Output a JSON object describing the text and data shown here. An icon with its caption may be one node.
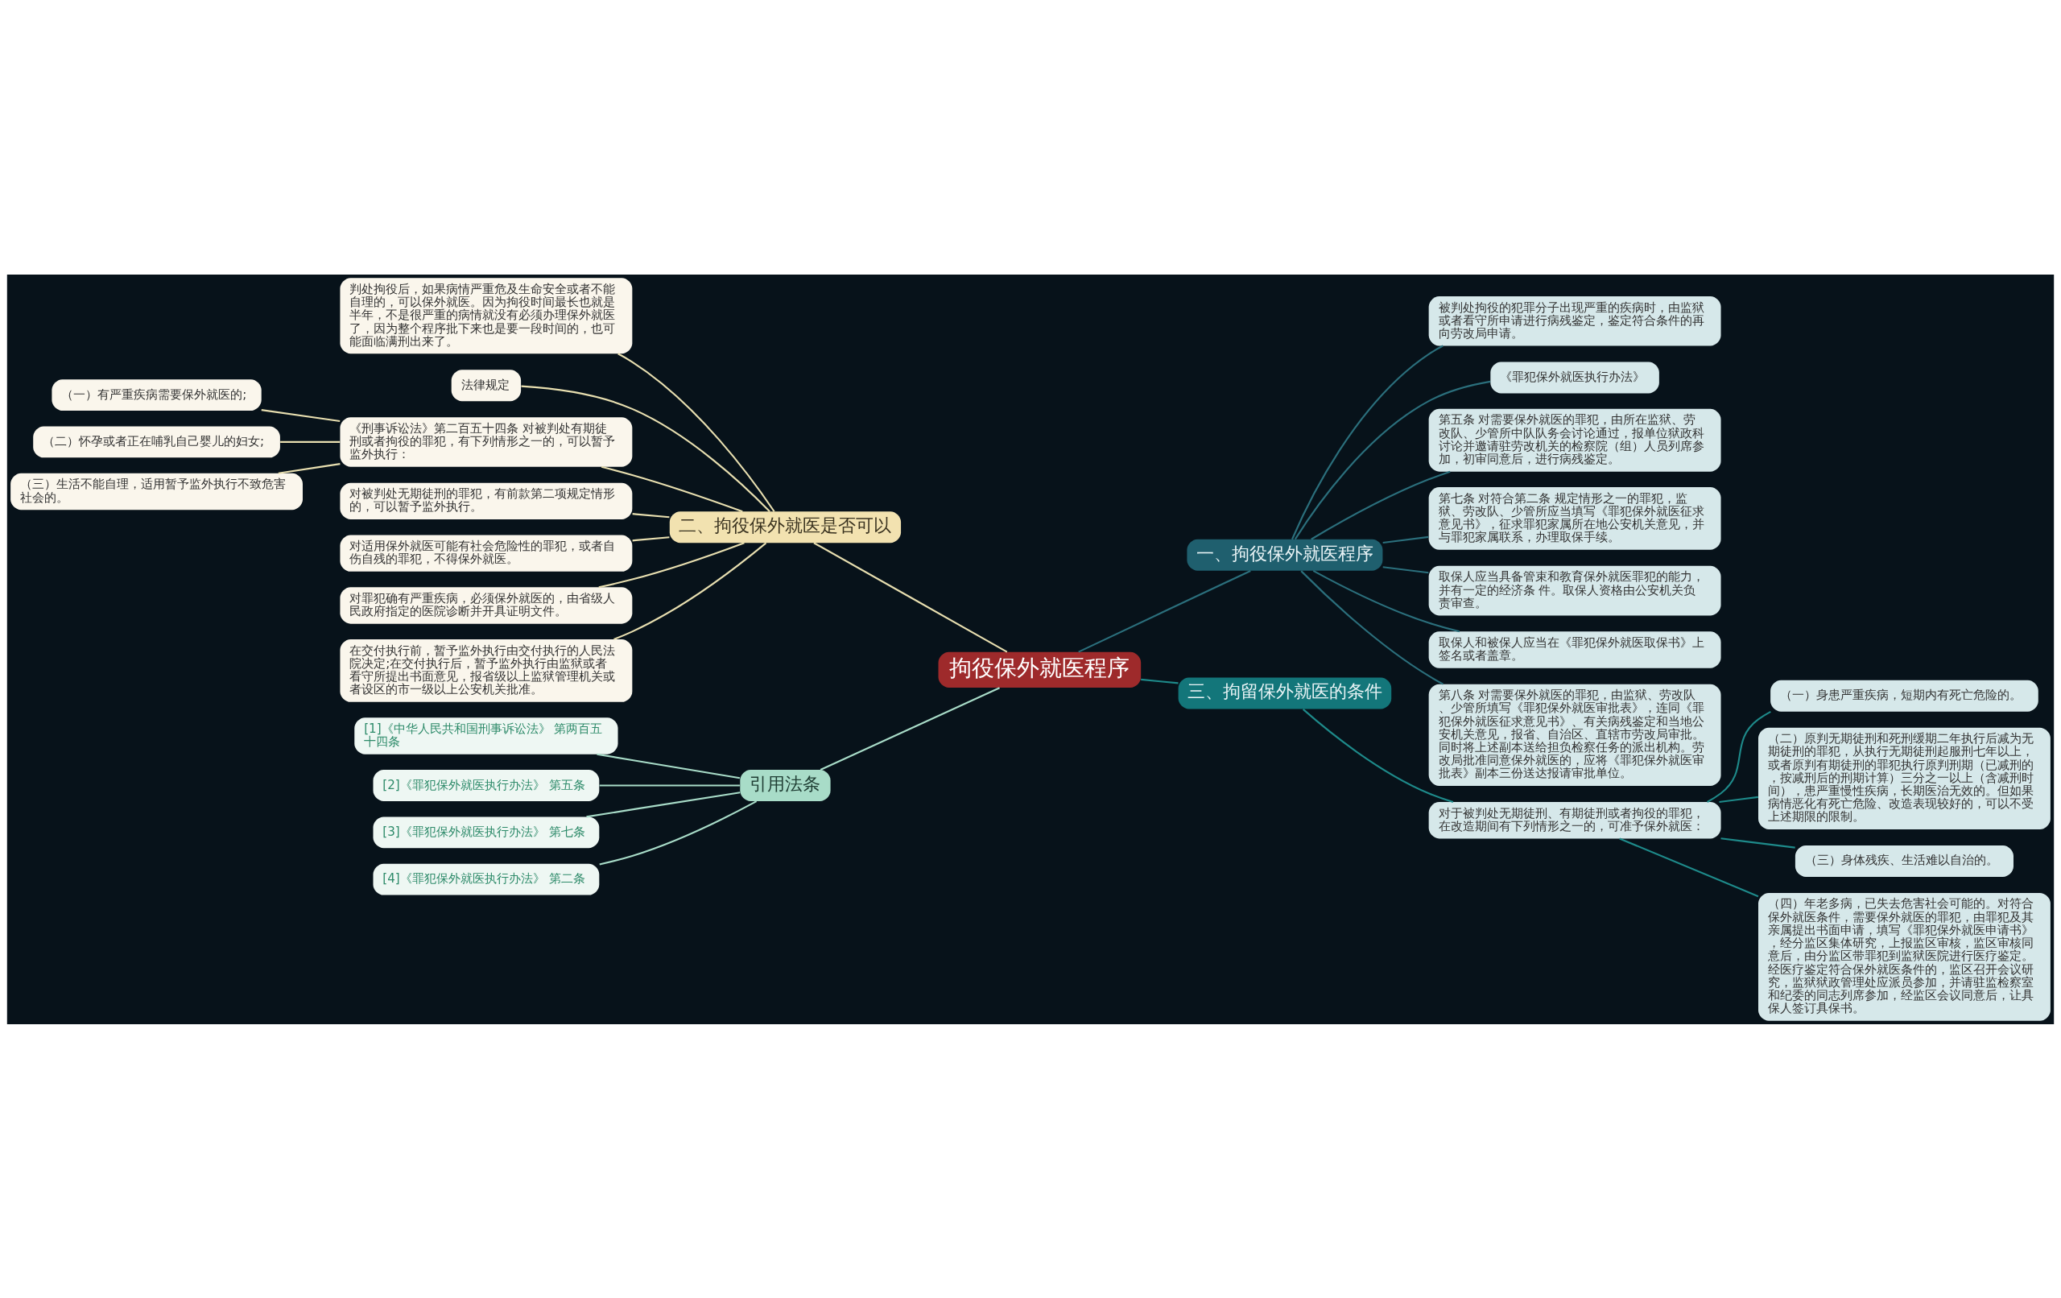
{
  "diagram": {
    "nodes": [
      {
        "text": [
          "拘役保外就医程序"
        ]
      },
      {
        "text": [
          "一、拘役保外就医程序"
        ]
      },
      {
        "text": [
          "被判处拘役的犯罪分子出现严重的疾病时，由监狱或者看守所申请进行病残鉴定，鉴定符合条件的再向劳改局申请。"
        ]
      },
      {
        "text": [
          "《罪犯保外就医执行办法》"
        ]
      },
      {
        "text": [
          "第五条 对需要保外就医的罪犯，由所在监狱、劳改队、少管所中队队务会讨论通过，报单位狱政科讨论并邀请驻劳改机关的检察院（组）人员列席参加，初审同意后，进行病残鉴定。"
        ]
      },
      {
        "text": [
          "第七条 对符合第二条 规定情形之一的罪犯，监狱、劳改队、少管所应当填写《罪犯保外就医征求意见书》，征求罪犯家属所在地公安机关意见，并与罪犯家属联系，办理取保手续。"
        ]
      },
      {
        "text": [
          "取保人应当具备管束和教育保外就医罪犯的能力，并有一定的经济条 件。取保人资格由公安机关负责审查。"
        ]
      },
      {
        "text": [
          "取保人和被保人应当在《罪犯保外就医取保书》上签名或者盖章。"
        ]
      },
      {
        "text": [
          "第八条 对需要保外就医的罪犯，由监狱、劳改队、少管所填写《罪犯保外就医审批表》，连同《罪犯保外就医征求意见书》、有关病残鉴定和当地公安机关意见，报省、自治区、直辖市劳改局审批。同时将上述副本送给担负检察任务的派出机构。劳改局批准同意保外就医的，应将《罪犯保外就医审批表》副本三份送达报请审批单位。"
        ]
      },
      {
        "text": [
          "三、拘留保外就医的条件"
        ]
      },
      {
        "text": [
          "对于被判处无期徒刑、有期徒刑或者拘役的罪犯，在改造期间有下列情形之一的，可准予保外就医："
        ]
      },
      {
        "text": [
          "（一）身患严重疾病，短期内有死亡危险的。"
        ]
      },
      {
        "text": [
          "（二）原判无期徒刑和死刑缓期二年执行后减为无期徒刑的罪犯，从执行无期徒刑起服刑七年以上，或者原判有期徒刑的罪犯执行原判刑期（已减刑的，按减刑后的刑期计算）三分之一以上（含减刑时间），患严重慢性疾病，长期医治无效的。但如果病情恶化有死亡危险、改造表现较好的，可以不受上述期限的限制。"
        ]
      },
      {
        "text": [
          "（三）身体残疾、生活难以自治的。"
        ]
      },
      {
        "text": [
          "（四）年老多病，已失去危害社会可能的。对符合保外就医条件，需要保外就医的罪犯，由罪犯及其亲属提出书面申请，填写《罪犯保外就医申请书》，经分监区集体研究，上报监区审核，监区审核同意后，由分监区带罪犯到监狱医院进行医疗鉴定。经医疗鉴定符合保外就医条件的，监区召开会议研究，监狱狱政管理处应派员参加，并请驻监检察室和纪委的同志列席参加，经监区会议同意后，让具保人签订具保书。"
        ]
      },
      {
        "text": [
          "二、拘役保外就医是否可以"
        ]
      },
      {
        "text": [
          "判处拘役后，如果病情严重危及生命安全或者不能自理的，可以保外就医。因为拘役时间最长也就是半年，不是很严重的病情就没有必须办理保外就医了，因为整个程序批下来也是要一段时间的，也可能面临满刑出来了。"
        ]
      },
      {
        "text": [
          "法律规定"
        ]
      },
      {
        "text": [
          "《刑事诉讼法》第二百五十四条 对被判处有期徒刑或者拘役的罪犯，有下列情形之一的，可以暂予监外执行："
        ]
      },
      {
        "text": [
          "（一）有严重疾病需要保外就医的;"
        ]
      },
      {
        "text": [
          "（二）怀孕或者正在哺乳自己婴儿的妇女;"
        ]
      },
      {
        "text": [
          "（三）生活不能自理，适用暂予监外执行不致危害社会的。"
        ]
      },
      {
        "text": [
          "对被判处无期徒刑的罪犯，有前款第二项规定情形的，可以暂予监外执行。"
        ]
      },
      {
        "text": [
          "对适用保外就医可能有社会危险性的罪犯，或者自伤自残的罪犯，不得保外就医。"
        ]
      },
      {
        "text": [
          "对罪犯确有严重疾病，必须保外就医的，由省级人民政府指定的医院诊断并开具证明文件。"
        ]
      },
      {
        "text": [
          "在交付执行前，暂予监外执行由交付执行的人民法院决定;在交付执行后，暂予监外执行由监狱或者看守所提出书面意见，报省级以上监狱管理机关或者设区的市一级以上公安机关批准。"
        ]
      },
      {
        "text": [
          "引用法条"
        ]
      },
      {
        "text": [
          "[1]《中华人民共和国刑事诉讼法》 第两百五十四条"
        ]
      },
      {
        "text": [
          "[2]《罪犯保外就医执行办法》 第五条"
        ]
      },
      {
        "text": [
          "[3]《罪犯保外就医执行办法》 第七条"
        ]
      },
      {
        "text": [
          "[4]《罪犯保外就医执行办法》 第二条"
        ]
      }
    ],
    "edges": [
      {
        "from": 0,
        "to": 1,
        "arrow": "none",
        "color": "#2b6f7c"
      },
      {
        "from": 1,
        "to": 2,
        "arrow": "none",
        "color": "#2b6f7c"
      },
      {
        "from": 1,
        "to": 3,
        "arrow": "none",
        "color": "#2b6f7c"
      },
      {
        "from": 1,
        "to": 4,
        "arrow": "none",
        "color": "#2b6f7c"
      },
      {
        "from": 1,
        "to": 5,
        "arrow": "none",
        "color": "#2b6f7c"
      },
      {
        "from": 1,
        "to": 6,
        "arrow": "none",
        "color": "#2b6f7c"
      },
      {
        "from": 1,
        "to": 7,
        "arrow": "none",
        "color": "#2b6f7c"
      },
      {
        "from": 1,
        "to": 8,
        "arrow": "none",
        "color": "#2b6f7c"
      },
      {
        "from": 0,
        "to": 9,
        "arrow": "none",
        "color": "#1e8a8a"
      },
      {
        "from": 9,
        "to": 10,
        "arrow": "none",
        "color": "#1e8a8a"
      },
      {
        "from": 10,
        "to": 11,
        "arrow": "none",
        "color": "#1e8a8a"
      },
      {
        "from": 10,
        "to": 12,
        "arrow": "none",
        "color": "#1e8a8a"
      },
      {
        "from": 10,
        "to": 13,
        "arrow": "none",
        "color": "#1e8a8a"
      },
      {
        "from": 10,
        "to": 14,
        "arrow": "none",
        "color": "#1e8a8a"
      },
      {
        "from": 0,
        "to": 15,
        "arrow": "none"
      },
      {
        "from": 15,
        "to": 16,
        "arrow": "none"
      },
      {
        "from": 15,
        "to": 17,
        "arrow": "none"
      },
      {
        "from": 15,
        "to": 18,
        "arrow": "none"
      },
      {
        "from": 18,
        "to": 19,
        "arrow": "none"
      },
      {
        "from": 18,
        "to": 20,
        "arrow": "none"
      },
      {
        "from": 18,
        "to": 21,
        "arrow": "none"
      },
      {
        "from": 15,
        "to": 22,
        "arrow": "none"
      },
      {
        "from": 15,
        "to": 23,
        "arrow": "none"
      },
      {
        "from": 15,
        "to": 24,
        "arrow": "none"
      },
      {
        "from": 15,
        "to": 25,
        "arrow": "none"
      },
      {
        "from": 0,
        "to": 26,
        "arrow": "none",
        "color": "#a8dcc8"
      },
      {
        "from": 26,
        "to": 27,
        "arrow": "none",
        "color": "#a8dcc8"
      },
      {
        "from": 26,
        "to": 28,
        "arrow": "none",
        "color": "#a8dcc8"
      },
      {
        "from": 26,
        "to": 29,
        "arrow": "none",
        "color": "#a8dcc8"
      },
      {
        "from": 26,
        "to": 30,
        "arrow": "none",
        "color": "#a8dcc8"
      }
    ]
  }
}
